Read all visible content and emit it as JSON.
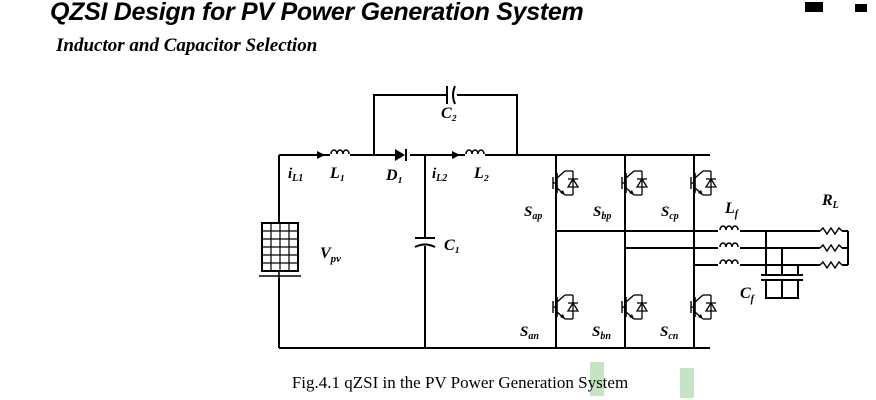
{
  "heading": {
    "title": "QZSI Design for PV Power Generation System",
    "subtitle": "Inductor and Capacitor Selection"
  },
  "figure": {
    "caption": "Fig.4.1 qZSI in the PV Power Generation System",
    "labels": {
      "c2": "C₂",
      "il1": "i",
      "il1_sub": "L1",
      "l1": "L₁",
      "d1": "D₁",
      "il2": "i",
      "il2_sub": "L2",
      "l2": "L₂",
      "vpv": "V",
      "vpv_sub": "pv",
      "c1": "C₁",
      "sap": "S",
      "sap_sub": "ap",
      "sbp": "S",
      "sbp_sub": "bp",
      "scp": "S",
      "scp_sub": "cp",
      "san": "S",
      "san_sub": "an",
      "sbn": "S",
      "sbn_sub": "bn",
      "scn": "S",
      "scn_sub": "cn",
      "lf": "L",
      "lf_sub": "f",
      "cf": "C",
      "cf_sub": "f",
      "rl": "R",
      "rl_sub": "L"
    }
  },
  "colors": {
    "ink": "#000000",
    "watermark_green": "#7cc47c"
  }
}
